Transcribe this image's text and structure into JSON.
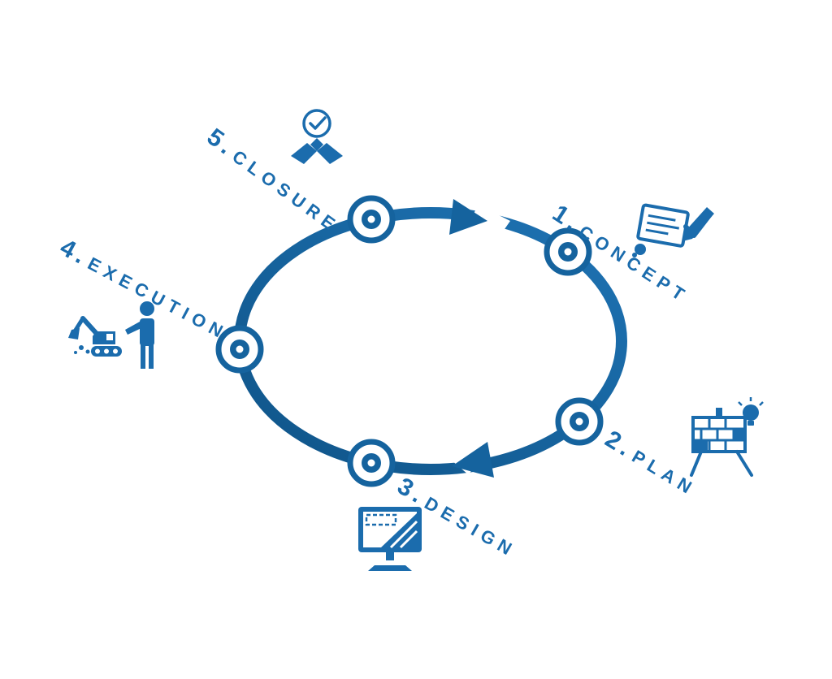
{
  "colors": {
    "primary": "#15639E",
    "accent": "#1B6CAD",
    "ring_dark": "#0F5488",
    "ring_light": "#1E73B4",
    "background": "#FFFFFF"
  },
  "steps": [
    {
      "id": "concept",
      "numeral": "1.",
      "name": "CONCEPT",
      "icon": "contract-pen-icon"
    },
    {
      "id": "plan",
      "numeral": "2.",
      "name": "PLAN",
      "icon": "easel-bulb-icon"
    },
    {
      "id": "design",
      "numeral": "3.",
      "name": "DESIGN",
      "icon": "design-monitor-icon"
    },
    {
      "id": "execution",
      "numeral": "4.",
      "name": "EXECUTION",
      "icon": "excavator-worker-icon"
    },
    {
      "id": "closure",
      "numeral": "5.",
      "name": "CLOSURE",
      "icon": "handshake-check-icon"
    }
  ]
}
